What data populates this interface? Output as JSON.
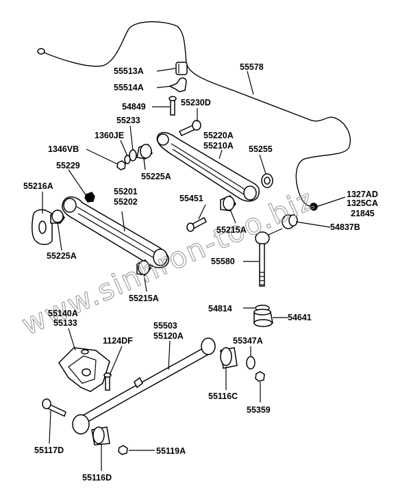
{
  "watermark": "www.sinhron-too.biz",
  "labels": {
    "p55513A": "55513A",
    "p55578": "55578",
    "p55514A": "55514A",
    "p54849": "54849",
    "p55230D": "55230D",
    "p55233": "55233",
    "p1360JE": "1360JE",
    "p55220A": "55220A",
    "p55210A": "55210A",
    "p1346VB": "1346VB",
    "p55255": "55255",
    "p55229": "55229",
    "p55225A_top": "55225A",
    "p55216A": "55216A",
    "p55201": "55201",
    "p55202": "55202",
    "p1327AD": "1327AD",
    "p1325CA": "1325CA",
    "p21845": "21845",
    "p55451": "55451",
    "p55215A_top": "55215A",
    "p54837B": "54837B",
    "p55225A_bot": "55225A",
    "p55580": "55580",
    "p55215A_bot": "55215A",
    "p55140A": "55140A",
    "p55133": "55133",
    "p54814": "54814",
    "p54641": "54641",
    "p55503": "55503",
    "p55120A": "55120A",
    "p55347A": "55347A",
    "p1124DF": "1124DF",
    "p55116C": "55116C",
    "p55359": "55359",
    "p55117D": "55117D",
    "p55119A": "55119A",
    "p55116D": "55116D"
  }
}
